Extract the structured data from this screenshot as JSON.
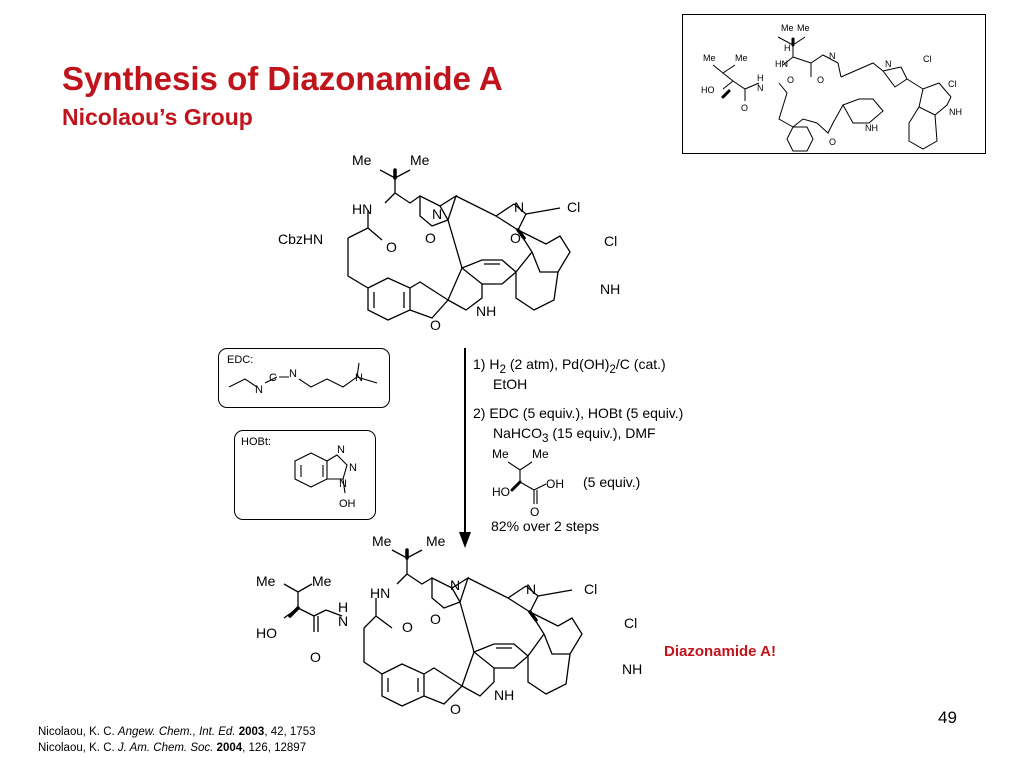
{
  "slide": {
    "title": "Synthesis of Diazonamide A",
    "subtitle": "Nicolaou’s Group",
    "page_number": "49"
  },
  "structures": {
    "target": {
      "labels": [
        "Me",
        "Me",
        "H",
        "Me",
        "Me",
        "HN",
        "N",
        "N",
        "Cl",
        "Cl",
        "HO",
        "H",
        "N",
        "O",
        "O",
        "O",
        "NH",
        "O",
        "NH"
      ]
    },
    "start": {
      "labels": [
        "Me",
        "Me",
        "HN",
        "N",
        "N",
        "Cl",
        "Cl",
        "CbzHN",
        "O",
        "O",
        "O",
        "NH",
        "O",
        "NH"
      ]
    },
    "product": {
      "labels": [
        "Me",
        "Me",
        "Me",
        "Me",
        "HN",
        "N",
        "N",
        "Cl",
        "H",
        "Cl",
        "HO",
        "N",
        "O",
        "O",
        "O",
        "NH",
        "O",
        "NH"
      ]
    }
  },
  "reagents": {
    "edc": {
      "label": "EDC:",
      "atoms": [
        "N",
        "C",
        "N",
        "N"
      ]
    },
    "hobt": {
      "label": "HOBt:",
      "atoms": [
        "N",
        "N",
        "N",
        "OH"
      ]
    }
  },
  "conditions": {
    "step1_prefix": "1) H",
    "step1_sub1": "2",
    "step1_mid": " (2 atm), Pd(OH)",
    "step1_sub2": "2",
    "step1_suffix": "/C (cat.)",
    "step1_solvent": "EtOH",
    "step2_line1": "2) EDC (5 equiv.), HOBt (5 equiv.)",
    "step2_prefix": "NaHCO",
    "step2_sub": "3",
    "step2_suffix": " (15 equiv.), DMF",
    "acid_labels": [
      "Me",
      "Me",
      "HO",
      "OH",
      "O"
    ],
    "acid_equiv": "(5 equiv.)",
    "yield": "82% over 2 steps"
  },
  "product_label": "Diazonamide A!",
  "references": [
    {
      "authors": "Nicolaou, K. C. ",
      "journal": "Angew. Chem., Int. Ed.",
      "year": "2003",
      "rest": ", 42, 1753"
    },
    {
      "authors": "Nicolaou, K. C. ",
      "journal": "J. Am. Chem. Soc.",
      "year": "2004",
      "rest": ", 126, 12897"
    }
  ]
}
